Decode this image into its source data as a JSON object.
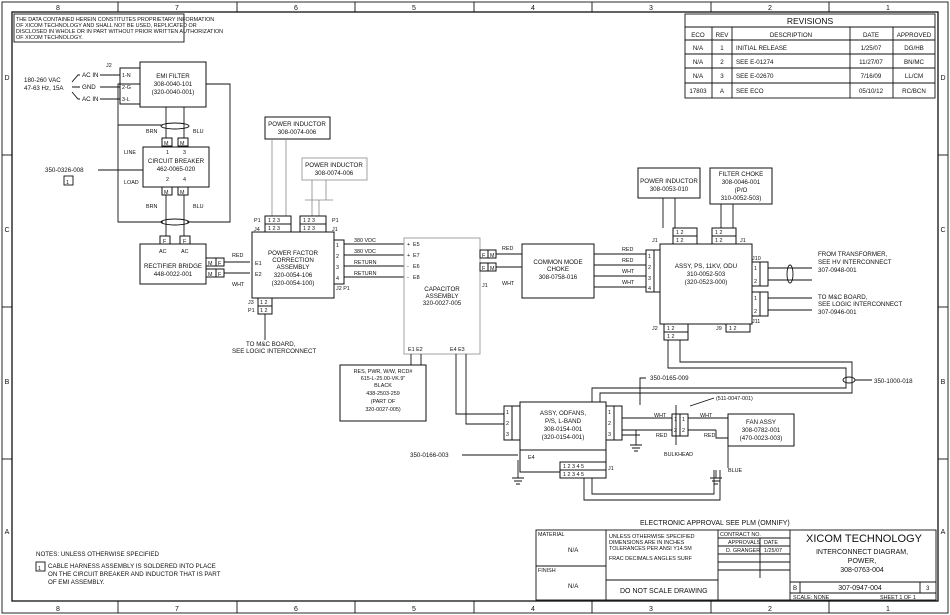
{
  "frame": {
    "zone_cols": [
      "8",
      "7",
      "6",
      "5",
      "4",
      "3",
      "2",
      "1"
    ],
    "zone_rows": [
      "D",
      "C",
      "B",
      "A"
    ]
  },
  "proprietary_note": [
    "THE DATA CONTAINED HEREIN CONSTITUTES PROPRIETARY INFORMATION",
    "OF XICOM TECHNOLOGY AND SHALL NOT BE USED, REPLICATED OR",
    "DISCLOSED IN WHOLE OR IN PART WITHOUT PRIOR WRITTEN AUTHORIZATION",
    "OF XICOM TECHNOLOGY."
  ],
  "revisions": {
    "title": "REVISIONS",
    "headers": [
      "ECO",
      "REV",
      "DESCRIPTION",
      "DATE",
      "APPROVED"
    ],
    "rows": [
      [
        "N/A",
        "1",
        "INITIAL RELEASE",
        "1/25/07",
        "DG/HB"
      ],
      [
        "N/A",
        "2",
        "SEE E-01274",
        "11/27/07",
        "BN/MC"
      ],
      [
        "N/A",
        "3",
        "SEE E-02670",
        "7/16/09",
        "LL/CM"
      ],
      [
        "17803",
        "A",
        "SEE ECO",
        "05/10/12",
        "RC/BCN"
      ]
    ]
  },
  "input": {
    "spec_line1": "180-260 VAC",
    "spec_line2": "47-63 Hz, 15A",
    "ac1": "AC IN",
    "gnd": "GND",
    "ac2": "AC IN",
    "j2": "J2",
    "pin1": "1-N",
    "pin2": "2-G",
    "pin3": "3-L"
  },
  "emi_filter": {
    "name": "EMI FILTER",
    "pn1": "308-0040-101",
    "pn2": "(320-0040-001)"
  },
  "circuit_breaker": {
    "name": "CIRCUIT BREAKER",
    "pn": "462-0065-020",
    "line": "LINE",
    "load": "LOAD",
    "p1": "1",
    "p3": "3",
    "p2": "2",
    "p4": "4",
    "part": "350-0326-008",
    "note_ref": "1"
  },
  "wires": {
    "brn": "BRN",
    "blu": "BLU",
    "red": "RED",
    "wht": "WHT",
    "blue": "BLUE",
    "ret": "RETURN",
    "v380": "380 VDC"
  },
  "rectifier": {
    "name": "RECTIFIER BRIDGE",
    "pn": "448-0022-001",
    "ac": "AC"
  },
  "inductor1": {
    "name": "POWER INDUCTOR",
    "pn": "308-0074-006"
  },
  "inductor2": {
    "name": "POWER INDUCTOR",
    "pn": "308-0074-006"
  },
  "pfc": {
    "name1": "POWER FACTOR",
    "name2": "CORRECTION",
    "name3": "ASSEMBLY",
    "pn1": "320-0054-106",
    "pn2": "(320-0054-100)",
    "j3": "J3",
    "p1": "P1",
    "j4": "J4",
    "j1": "J1"
  },
  "logic_note": {
    "line1": "TO M&C BOARD,",
    "line2": "SEE LOGIC INTERCONNECT"
  },
  "capacitor": {
    "name1": "CAPACITOR",
    "name2": "ASSEMBLY",
    "pn": "320-0027-005",
    "e5": "E5",
    "e7": "E7",
    "e6": "E6",
    "e8": "E8"
  },
  "resistor": {
    "line1": "RES, PWR, W/W, RCD#",
    "line2": "615-L-25.00-VK.9\"",
    "line3": "BLACK",
    "line4": "438-2503-259",
    "line5": "(PART OF",
    "line6": "320-0027-005)"
  },
  "cm_choke": {
    "name1": "COMMON MODE",
    "name2": "CHOKE",
    "pn": "308-0758-016"
  },
  "inductor3": {
    "name": "POWER INDUCTOR",
    "pn": "308-0053-010"
  },
  "filter_choke": {
    "name": "FILTER CHOKE",
    "pn": "308-0046-001",
    "po": "(P/O",
    "pn2": "310-0052-503)"
  },
  "main_ps": {
    "line1": "ASSY, PS, 11KV, ODU",
    "line2": "310-0052-503",
    "line3": "(320-0523-000)",
    "j2": "J2",
    "j9": "J9",
    "j10": "J10",
    "j11": "J11"
  },
  "transformer_note": {
    "line1": "FROM TRANSFORMER,",
    "line2": "SEE HV INTERCONNECT",
    "pn": "307-0948-001"
  },
  "mc_note": {
    "line1": "TO M&C BOARD,",
    "line2": "SEE LOGIC INTERCONNECT",
    "pn": "307-0946-001"
  },
  "odu_ps": {
    "line1": "ASSY, ODFANS,",
    "line2": "P/S, L-BAND",
    "line3": "308-0154-001",
    "line4": "(320-0154-001)",
    "e4": "E4",
    "j1": "J1"
  },
  "fan": {
    "name": "FAN ASSY",
    "pn1": "308-0782-001",
    "pn2": "(470-0023-003)"
  },
  "bulkhead": {
    "label": "BULKHEAD",
    "pn": "(511-0047-001)"
  },
  "parts": {
    "p165": "350-0165-009",
    "p166": "350-0166-003",
    "p1000": "350-1000-018"
  },
  "approval": "ELECTRONIC APPROVAL SEE PLM (OMNIFY)",
  "notes": {
    "header": "NOTES: UNLESS OTHERWISE SPECIFIED",
    "n1_num": "1",
    "n1_l1": "CABLE HARNESS ASSEMBLY IS SOLDERED INTO PLACE",
    "n1_l2": "ON THE CIRCUIT BREAKER AND INDUCTOR THAT IS PART",
    "n1_l3": "OF EMI ASSEMBLY."
  },
  "title_block": {
    "material": "MATERIAL",
    "material_val": "N/A",
    "finish": "FINISH",
    "finish_val": "N/A",
    "tol1": "UNLESS OTHERWISE SPECIFIED",
    "tol2": "DIMENSIONS ARE IN INCHES",
    "tol3": "TOLERANCES PER ANSI Y14.5M",
    "tol4": "FRAC  DECIMALS  ANGLES  SURF",
    "do_not_scale": "DO NOT SCALE DRAWING",
    "contract": "CONTRACT NO.",
    "approvals": "APPROVALS",
    "date_h": "DATE",
    "drawn": "D. GRANGER",
    "drawn_date": "1/25/07",
    "company": "XICOM TECHNOLOGY",
    "title1": "INTERCONNECT DIAGRAM,",
    "title2": "POWER,",
    "title3": "308-0763-004",
    "size": "B",
    "dwg_no": "307-0947-004",
    "rev": "3",
    "scale": "SCALE: NONE",
    "sheet": "SHEET 1 OF 1"
  }
}
